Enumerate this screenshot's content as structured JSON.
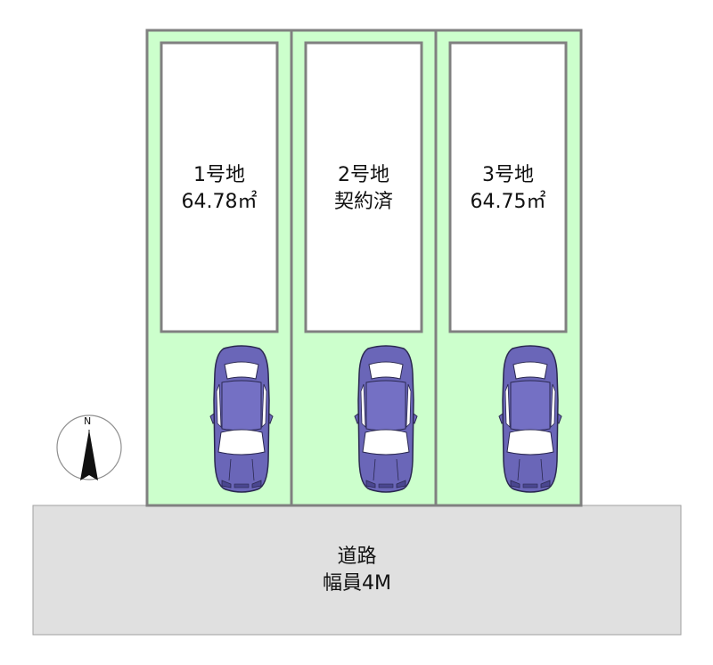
{
  "lots": [
    {
      "number": "1号地",
      "detail": "64.78㎡"
    },
    {
      "number": "2号地",
      "detail": "契約済"
    },
    {
      "number": "3号地",
      "detail": "64.75㎡"
    }
  ],
  "road": {
    "name": "道路",
    "width": "幅員4M"
  },
  "compass": {
    "north": "N"
  },
  "colors": {
    "lot_fill": "#ccffcc",
    "lot_border": "#808080",
    "building_fill": "#ffffff",
    "road_fill": "#e0e0e0",
    "car_body": "#6a66b8"
  }
}
